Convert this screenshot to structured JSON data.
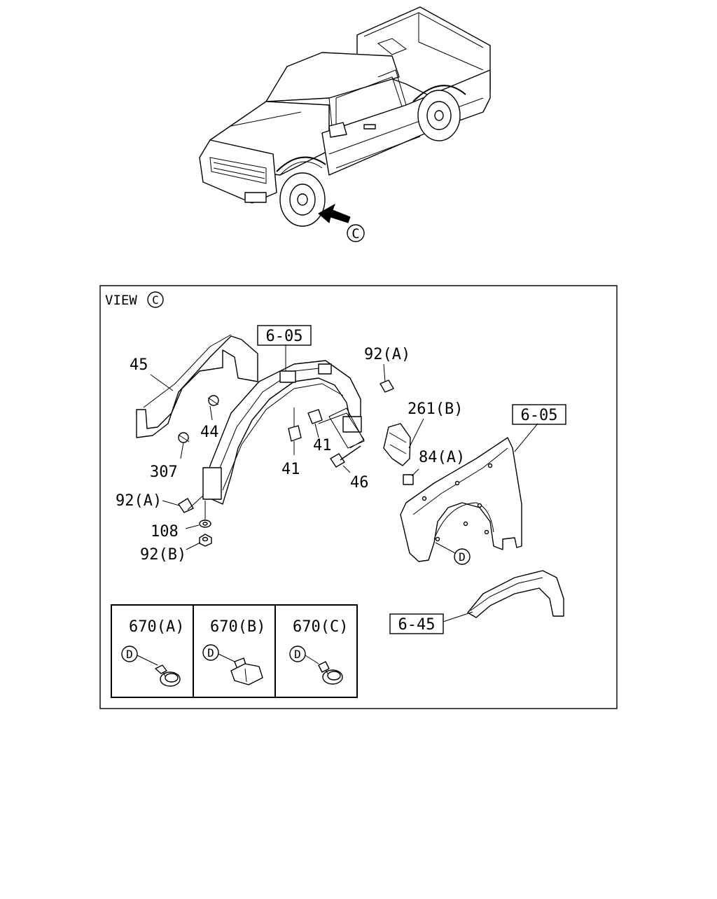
{
  "circle_c": "C",
  "circle_d": "D",
  "view": {
    "label": "VIEW",
    "ref": "C"
  },
  "refs": {
    "fender_liner": "6-05",
    "fender": "6-05",
    "flare": "6-45"
  },
  "callouts": {
    "p45": "45",
    "p44": "44",
    "p307": "307",
    "p92a_top": "92(A)",
    "p261b": "261(B)",
    "p84a": "84(A)",
    "p41a": "41",
    "p41b": "41",
    "p46": "46",
    "p92a_left": "92(A)",
    "p108": "108",
    "p92b": "92(B)"
  },
  "clips": [
    {
      "label": "670(A)",
      "ref": "D"
    },
    {
      "label": "670(B)",
      "ref": "D"
    },
    {
      "label": "670(C)",
      "ref": "D"
    }
  ]
}
